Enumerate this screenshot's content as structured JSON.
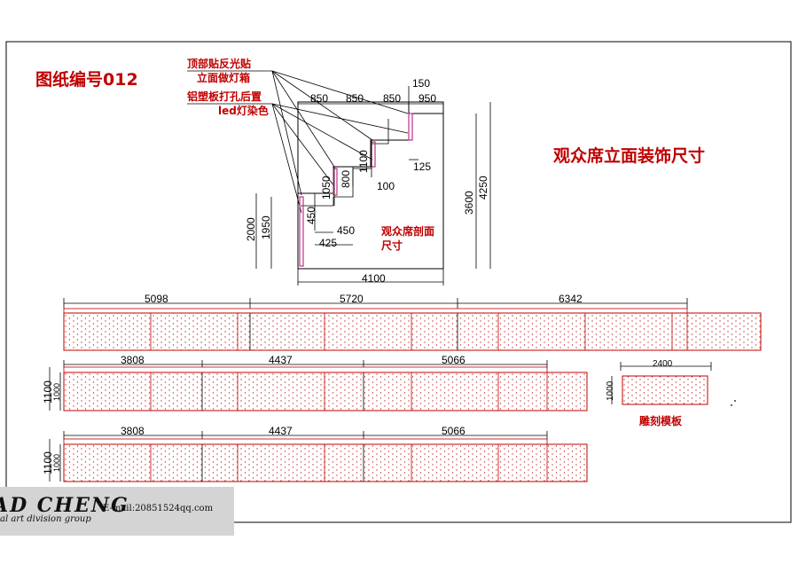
{
  "drawing_no": "图纸编号012",
  "main_title": "观众席立面装饰尺寸",
  "section_note": [
    "观众席剖面",
    "尺寸"
  ],
  "callouts": [
    "顶部贴反光贴",
    "立面做灯箱",
    "铝塑板打孔后置",
    "led灯染色"
  ],
  "section_dims": {
    "step_widths": [
      "850",
      "850",
      "850",
      "950"
    ],
    "top_small": "150",
    "d125": "125",
    "d1100": "1100",
    "d100": "100",
    "d800": "800",
    "d1050": "1050",
    "d450v": "450",
    "d450h": "450",
    "d425": "425",
    "d2000": "2000",
    "d1950": "1950",
    "d3600": "3600",
    "d4250": "4250",
    "d4100": "4100"
  },
  "strip1": {
    "segments": [
      "5098",
      "5720",
      "6342"
    ]
  },
  "strip2": {
    "segments": [
      "3808",
      "4437",
      "5066"
    ],
    "h_outer": "1100",
    "h_inner": "1000"
  },
  "strip3": {
    "segments": [
      "3808",
      "4437",
      "5066"
    ],
    "h_outer": "1100",
    "h_inner": "1000"
  },
  "carved": {
    "width": "2400",
    "height": "1000",
    "label": "雕刻模板"
  },
  "logo": {
    "name": "AD CHENG",
    "email": "E-mail:20851524qq.com",
    "subtitle": "al art division group"
  }
}
